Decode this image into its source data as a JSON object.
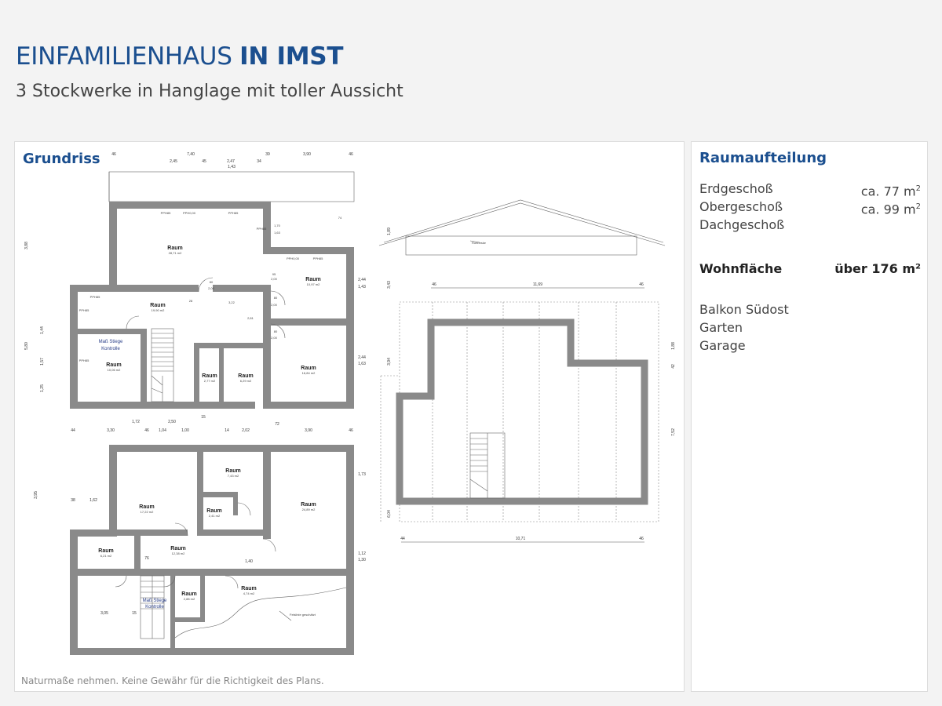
{
  "header": {
    "title_regular": "EINFAMILIENHAUS ",
    "title_bold": "IN IMST",
    "subtitle": "3 Stockwerke in Hanglage mit toller Aussicht"
  },
  "plan": {
    "heading": "Grundriss",
    "disclaimer": "Naturmaße nehmen. Keine Gewähr für die Richtigkeit des Plans.",
    "upper_floor": {
      "rooms": [
        {
          "label": "Raum",
          "area": "28,71 m2"
        },
        {
          "label": "Raum",
          "area": "19,90 m2"
        },
        {
          "label": "Raum",
          "area": "10,97 m2"
        },
        {
          "label": "Raum",
          "area": "10,06 m2"
        },
        {
          "label": "Raum",
          "area": "2,77 m2"
        },
        {
          "label": "Raum",
          "area": "6,29 m2"
        },
        {
          "label": "Raum",
          "area": "16,84 m2"
        }
      ],
      "dims_top": [
        "46",
        "7,40",
        "39",
        "3,90",
        "46"
      ],
      "dims_top2": [
        "2,45",
        "45",
        "2,47",
        "34"
      ],
      "dims_top3": [
        "1,43"
      ],
      "window_labels": [
        "PPH85",
        "PPH0,00",
        "PPH85",
        "PPH0,00",
        "PPH85",
        "PPH85",
        "PPH85",
        "PPH85",
        "PPH85"
      ],
      "stair_note": "Maß Stiege Kontrolle",
      "door_dims": [
        "80",
        "2,00",
        "95",
        "2,00",
        "80",
        "2,00",
        "80",
        "2,00"
      ],
      "left_dims": [
        "3,88",
        "5,80",
        "1,44",
        "1,57",
        "1,25"
      ],
      "right_dims": [
        "2,44",
        "1,43",
        "2,44",
        "1,63"
      ],
      "misc_dims": [
        "1,70",
        "1,63",
        "74",
        "3,22",
        "2,81",
        "28"
      ]
    },
    "middle_dims": [
      "44",
      "1,72",
      "2,50",
      "15",
      "3,30",
      "46",
      "1,04",
      "1,00",
      "14",
      "2,02",
      "3,90",
      "72",
      "46"
    ],
    "ground_floor": {
      "rooms": [
        {
          "label": "Raum",
          "area": "17,22 m2"
        },
        {
          "label": "Raum",
          "area": "7,43 m2"
        },
        {
          "label": "Raum",
          "area": "24,89 m2"
        },
        {
          "label": "Raum",
          "area": "2,41 m2"
        },
        {
          "label": "Raum",
          "area": "6,21 m2"
        },
        {
          "label": "Raum",
          "area": "12,38 m2"
        },
        {
          "label": "Raum",
          "area": "2,88 m2"
        },
        {
          "label": "Raum",
          "area": "4,74 m2"
        }
      ],
      "stair_note": "Maß Stiege Kontrolle",
      "rock_note": "Felslinie geschätzt",
      "dims": [
        "3,95",
        "1,62",
        "38",
        "3,05",
        "15",
        "1,40",
        "76",
        "1,73",
        "1,12",
        "1,30"
      ]
    },
    "roof": {
      "note": "Rohbeske",
      "dims_top": [
        "46",
        "11,69",
        "46"
      ],
      "dims_bottom": [
        "44",
        "10,71",
        "46"
      ],
      "left_dims": [
        "1,89",
        "3,43",
        "3,94",
        "6,04"
      ],
      "right_dims": [
        "1,88",
        "42",
        "7,52"
      ]
    }
  },
  "info": {
    "heading": "Raumaufteilung",
    "floors": [
      {
        "name": "Erdgeschoß",
        "value": "ca. 77 m",
        "sup": "2"
      },
      {
        "name": "Obergeschoß",
        "value": "ca. 99 m",
        "sup": "2"
      },
      {
        "name": "Dachgeschoß",
        "value": "",
        "sup": ""
      }
    ],
    "total": {
      "name": "Wohnfläche",
      "value": "über 176 m²"
    },
    "features": [
      "Balkon Südost",
      "Garten",
      "Garage"
    ]
  }
}
